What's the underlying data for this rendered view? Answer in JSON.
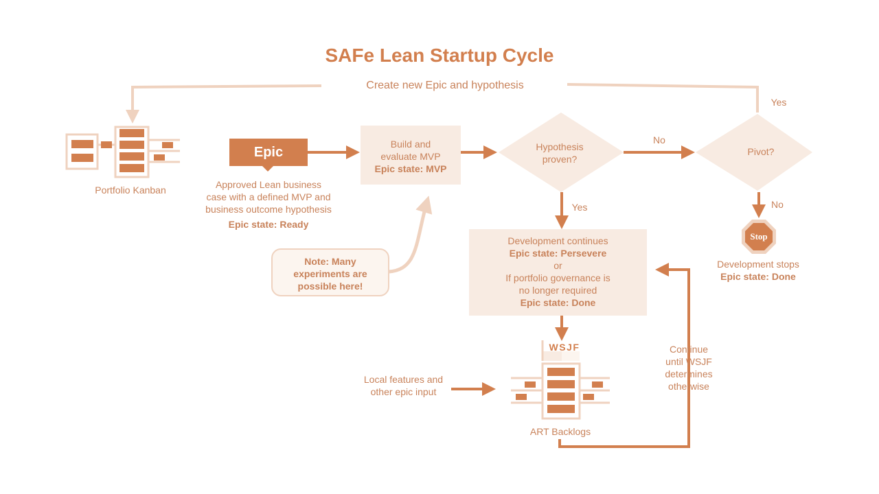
{
  "title": "SAFe Lean Startup Cycle",
  "loop_label": "Create new Epic and hypothesis",
  "portfolio_kanban": {
    "label": "Portfolio Kanban"
  },
  "epic": {
    "badge": "Epic",
    "desc_lines": [
      "Approved Lean business",
      "case with a defined MVP and",
      "business outcome hypothesis"
    ],
    "state": "Epic state: Ready"
  },
  "build": {
    "lines": [
      "Build and",
      "evaluate MVP"
    ],
    "state": "Epic state: MVP"
  },
  "hypothesis": {
    "lines": [
      "Hypothesis",
      "proven?"
    ]
  },
  "pivot": {
    "label": "Pivot?"
  },
  "labels": {
    "no_pivot": "No",
    "yes_pivot": "Yes",
    "no_stop": "No",
    "yes_dev": "Yes"
  },
  "stop_sign": "Stop",
  "dev_stops": {
    "line": "Development stops",
    "state": "Epic state: Done"
  },
  "note": {
    "lines": [
      "Note: Many",
      "experiments are",
      "possible here!"
    ]
  },
  "dev_continues": {
    "line1": "Development continues",
    "state1": "Epic state: Persevere",
    "or": "or",
    "line2": "If portfolio governance is",
    "line3": "no longer required",
    "state2": "Epic state: Done"
  },
  "wsjf": "WSJF",
  "continue_label": [
    "Continue",
    "until WSJF",
    "determines",
    "otherwise"
  ],
  "local": [
    "Local features and",
    "other epic input"
  ],
  "art_backlogs": {
    "label": "ART Backlogs"
  },
  "colors": {
    "primary": "#d27f4e",
    "light": "#efd2bf",
    "fill": "#f8ebe2",
    "text": "#c8825a"
  }
}
